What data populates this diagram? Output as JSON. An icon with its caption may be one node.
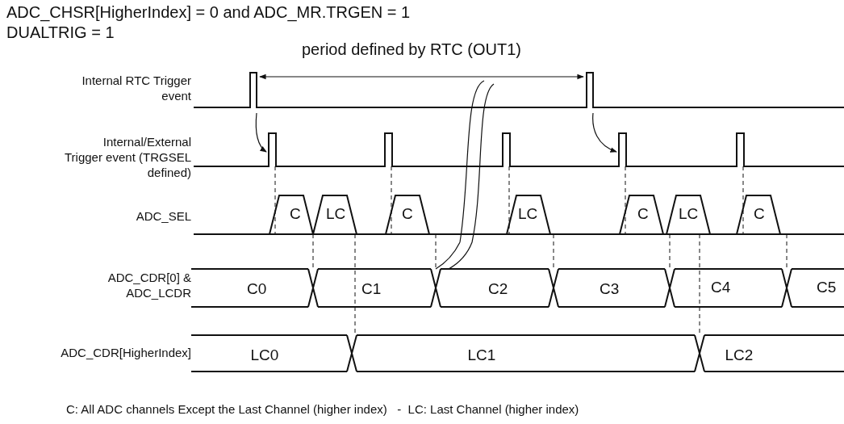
{
  "diagram": {
    "title": "ADC_CHSR[HigherIndex] = 0 and ADC_MR.TRGEN = 1",
    "caption": "C: All ADC channels Except the Last Channel (higher index)   -  LC: Last Channel (higher index)",
    "labels": [
      "DUALTRIG = 1",
      "period defined by RTC (OUT1)",
      "Internal RTC Trigger event",
      "Internal/External Trigger event (TRGSEL defined)",
      "ADC_SEL",
      "C",
      "LC",
      "C",
      "LC",
      "C",
      "LC",
      "C",
      "ADC_CDR[0] & ADC_LCDR",
      "C0",
      "C1",
      "C2",
      "C3",
      "C4",
      "C5",
      "ADC_CDR[HigherIndex]",
      "LC0",
      "LC1",
      "LC2"
    ]
  }
}
